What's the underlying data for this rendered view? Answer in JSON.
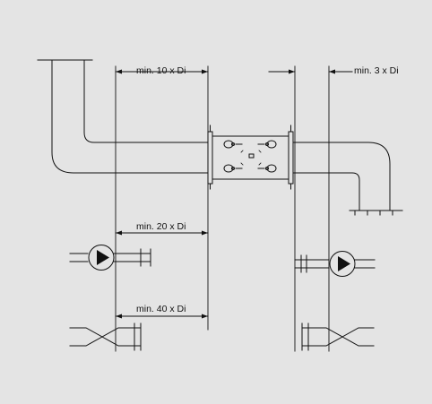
{
  "labels": {
    "upstream_straight": "min. 10 x Di",
    "downstream_straight": "min. 3 x Di",
    "after_pump": "min. 20 x Di",
    "after_valve": "min. 40 x Di"
  },
  "colors": {
    "background": "#e4e4e4",
    "line": "#111111"
  }
}
